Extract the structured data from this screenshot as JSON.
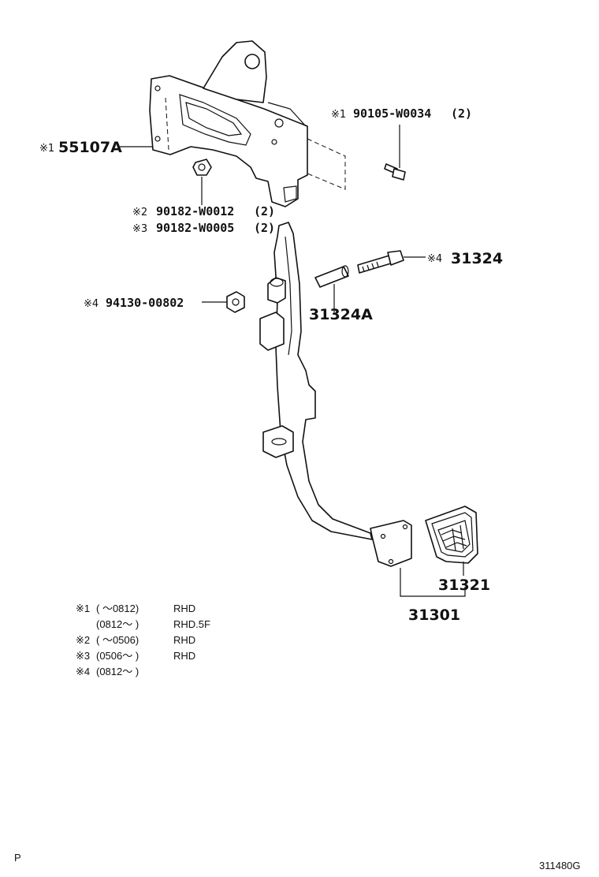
{
  "diagram": {
    "callouts": {
      "bracket_mark": "※1",
      "bracket_part": "55107A",
      "bolt_mark": "※1",
      "bolt_part": "90105-W0034",
      "bolt_qty": "(2)",
      "nut_a_mark": "※2",
      "nut_a_part": "90182-W0012",
      "nut_a_qty": "(2)",
      "nut_b_mark": "※3",
      "nut_b_part": "90182-W0005",
      "nut_b_qty": "(2)",
      "pivot_bolt_mark": "※4",
      "pivot_bolt_part": "31324",
      "collar_part": "31324A",
      "pivot_nut_mark": "※4",
      "pivot_nut_part": "94130-00802",
      "pedal_pad_part": "31321",
      "pedal_assy_part": "31301"
    },
    "notes": [
      {
        "mark": "※1",
        "range": "(          ～0812)",
        "spec": "RHD"
      },
      {
        "mark": "",
        "range": "(0812～          )",
        "spec": "RHD.5F"
      },
      {
        "mark": "※2",
        "range": "(          ～0506)",
        "spec": "RHD"
      },
      {
        "mark": "※3",
        "range": "(0506～          )",
        "spec": "RHD"
      },
      {
        "mark": "※4",
        "range": "(0812～          )",
        "spec": ""
      }
    ],
    "corner_left": "P",
    "corner_right": "311480G"
  }
}
